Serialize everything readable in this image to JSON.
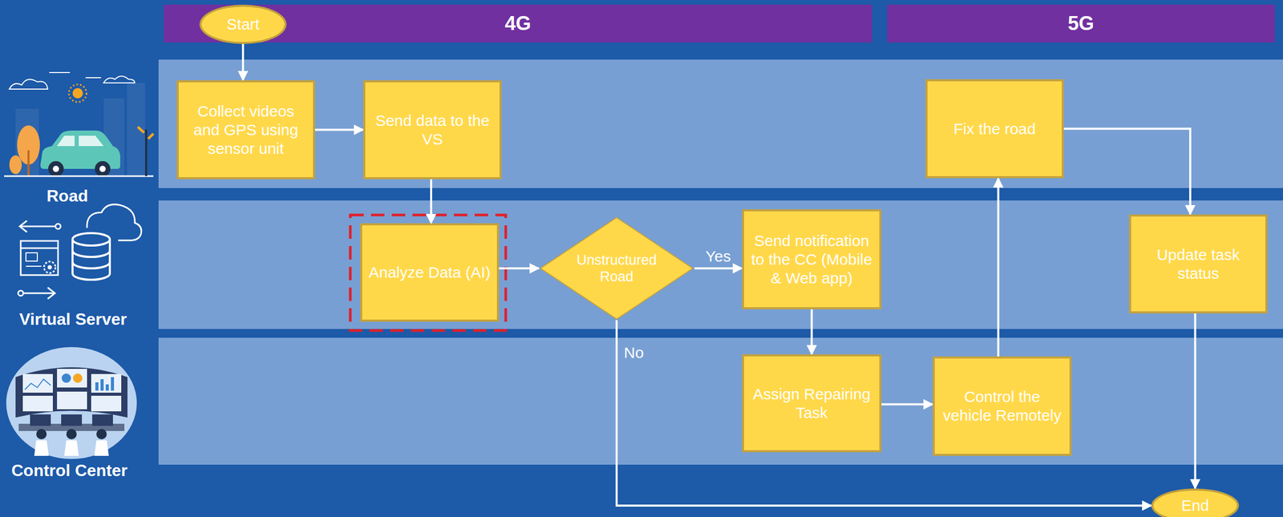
{
  "diagram": {
    "nodes": [
      {
        "text": [
          "4G"
        ]
      },
      {
        "text": [
          "5G"
        ]
      },
      {
        "text": [
          "Start"
        ],
        "in": 0
      },
      {
        "text": [
          "Road"
        ]
      },
      {
        "text": [
          "Virtual Server"
        ]
      },
      {
        "text": [
          "Control Center"
        ]
      },
      {
        "text": [
          "Collect videos and GPS using sensor unit"
        ],
        "in": 3
      },
      {
        "text": [
          "Send data to the VS"
        ],
        "in": 3
      },
      {
        "text": [
          "Fix the road"
        ],
        "in": 3
      },
      {
        "text": [
          "Analyze Data (AI)"
        ],
        "in": 4
      },
      {
        "text": [
          "Unstructured Road"
        ],
        "in": 4
      },
      {
        "text": [
          "Send notification to the CC (Mobile & Web app)"
        ],
        "in": 4
      },
      {
        "text": [
          "Update task status"
        ],
        "in": 4
      },
      {
        "text": [
          "Assign Repairing Task"
        ],
        "in": 5
      },
      {
        "text": [
          "Control the vehicle Remotely"
        ],
        "in": 5
      },
      {
        "text": [
          "End"
        ]
      }
    ],
    "edges": [
      {
        "from": 2,
        "to": 6,
        "arrow": "to"
      },
      {
        "from": 6,
        "to": 7,
        "arrow": "to"
      },
      {
        "from": 7,
        "to": 9,
        "arrow": "to"
      },
      {
        "from": 9,
        "to": 10,
        "arrow": "to"
      },
      {
        "from": 10,
        "to": 11,
        "label": "Yes",
        "arrow": "to"
      },
      {
        "from": 11,
        "to": 13,
        "arrow": "to"
      },
      {
        "from": 13,
        "to": 14,
        "arrow": "to"
      },
      {
        "from": 14,
        "to": 8,
        "arrow": "to"
      },
      {
        "from": 8,
        "to": 12,
        "arrow": "to"
      },
      {
        "from": 12,
        "to": 15,
        "arrow": "to"
      },
      {
        "from": 10,
        "to": 15,
        "label": "No",
        "arrow": "to"
      }
    ]
  }
}
